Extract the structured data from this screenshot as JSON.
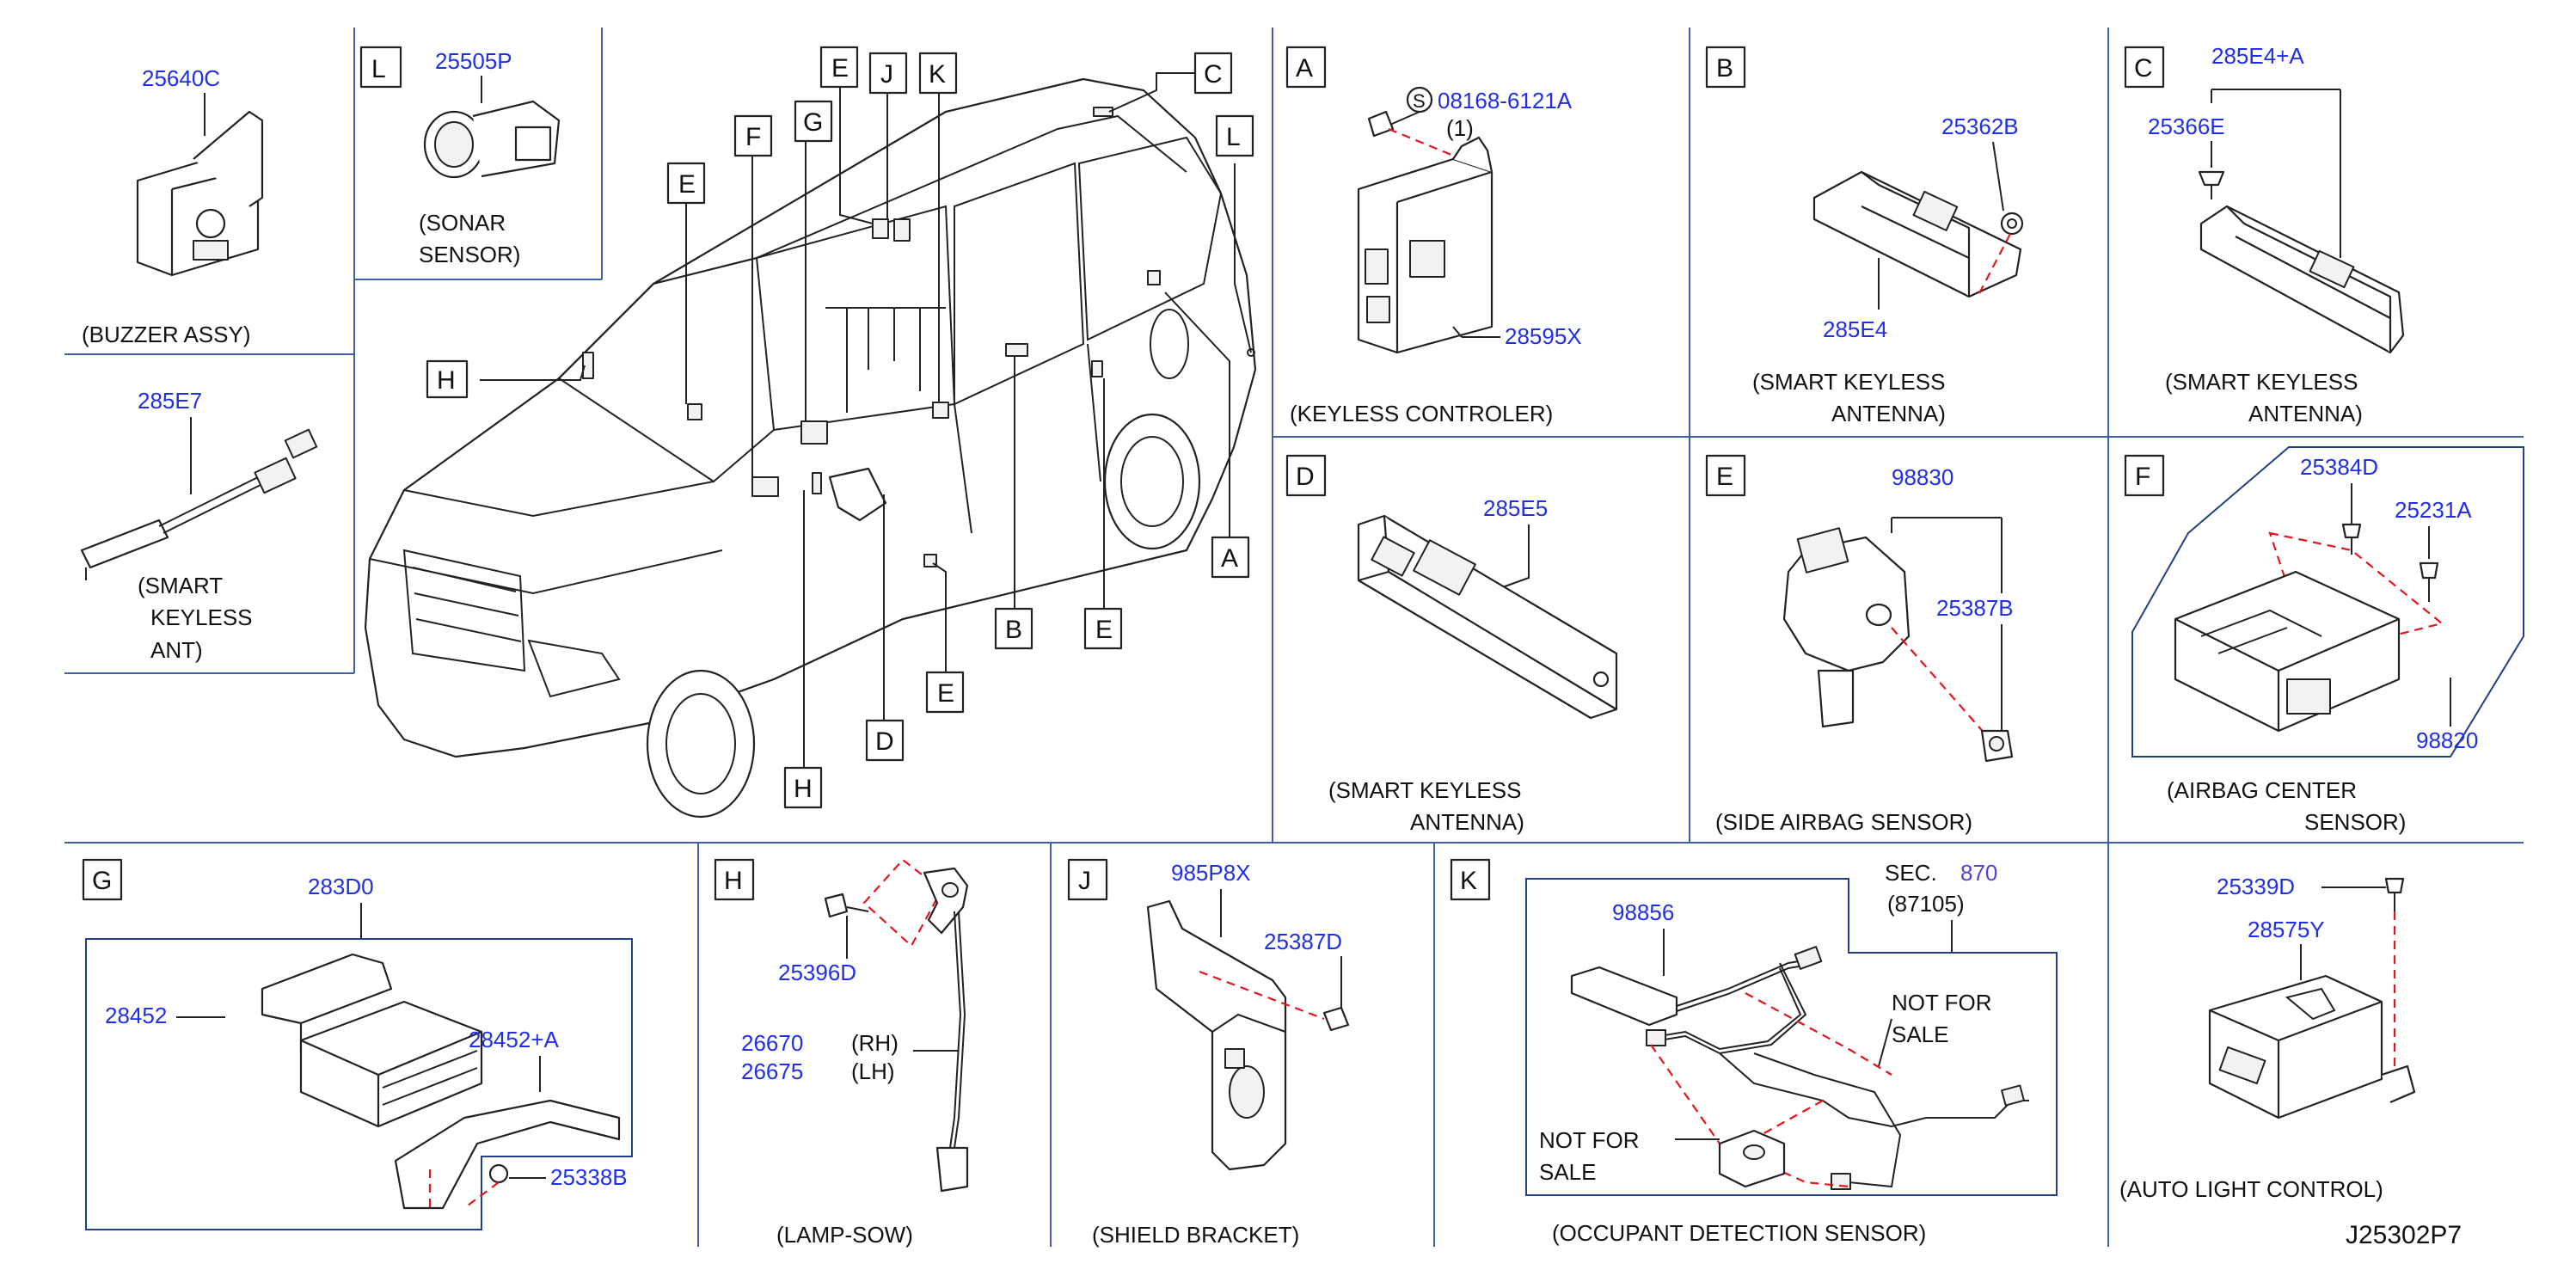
{
  "drawing_number": "J25302P7",
  "colors": {
    "part_number": "#1f2fe8",
    "grid": "#3b5fa8",
    "dashed_guide": "#e8141b",
    "reference_number": "#5a3fd0"
  },
  "panels": {
    "buzzer": {
      "part": "25640C",
      "caption_line1": "(BUZZER   ASSY)"
    },
    "sonar": {
      "letter": "L",
      "part": "25505P",
      "caption_line1": "(SONAR",
      "caption_line2": "SENSOR)"
    },
    "smart_keyless_ant": {
      "part": "285E7",
      "caption_line1": "(SMART",
      "caption_line2": "KEYLESS",
      "caption_line3": "ANT)"
    },
    "vehicle": {
      "callouts": [
        "L",
        "C",
        "K",
        "J",
        "E",
        "G",
        "F",
        "E",
        "H",
        "A",
        "B",
        "E",
        "E",
        "D",
        "H"
      ]
    },
    "a": {
      "letter": "A",
      "bolt_part": "08168-6121A",
      "bolt_symbol": "S",
      "bolt_qty": "(1)",
      "part": "28595X",
      "caption_line1": "(KEYLESS   CONTROLER)"
    },
    "b": {
      "letter": "B",
      "part_1": "25362B",
      "part_2": "285E4",
      "caption_line1": "(SMART   KEYLESS",
      "caption_line2": "ANTENNA)"
    },
    "c": {
      "letter": "C",
      "part_1": "285E4+A",
      "part_2": "25366E",
      "caption_line1": "(SMART   KEYLESS",
      "caption_line2": "ANTENNA)"
    },
    "d": {
      "letter": "D",
      "part": "285E5",
      "caption_line1": "(SMART   KEYLESS",
      "caption_line2": "ANTENNA)"
    },
    "e": {
      "letter": "E",
      "part_1": "98830",
      "part_2": "25387B",
      "caption_line1": "(SIDE   AIRBAG   SENSOR)"
    },
    "f": {
      "letter": "F",
      "part_1": "25384D",
      "part_2": "25231A",
      "part_3": "98820",
      "caption_line1": "(AIRBAG   CENTER",
      "caption_line2": "SENSOR)"
    },
    "g": {
      "letter": "G",
      "part_1": "283D0",
      "part_2": "28452",
      "part_3": "28452+A",
      "part_4": "25338B"
    },
    "h": {
      "letter": "H",
      "part_1": "25396D",
      "part_rh": "26670",
      "part_lh": "26675",
      "rh": "(RH)",
      "lh": "(LH)",
      "caption_line1": "(LAMP-SOW)"
    },
    "j": {
      "letter": "J",
      "part_1": "985P8X",
      "part_2": "25387D",
      "caption_line1": "(SHIELD   BRACKET)"
    },
    "k": {
      "letter": "K",
      "sec_prefix": "SEC.",
      "sec_number": "870",
      "sec_sub": "(87105)",
      "part": "98856",
      "nfs_1a": "NOT   FOR",
      "nfs_1b": "SALE",
      "nfs_2a": "NOT   FOR",
      "nfs_2b": "SALE",
      "caption_line1": "(OCCUPANT   DETECTION   SENSOR)"
    },
    "auto_light": {
      "part_1": "25339D",
      "part_2": "28575Y",
      "caption_line1": "(AUTO   LIGHT   CONTROL)"
    }
  }
}
